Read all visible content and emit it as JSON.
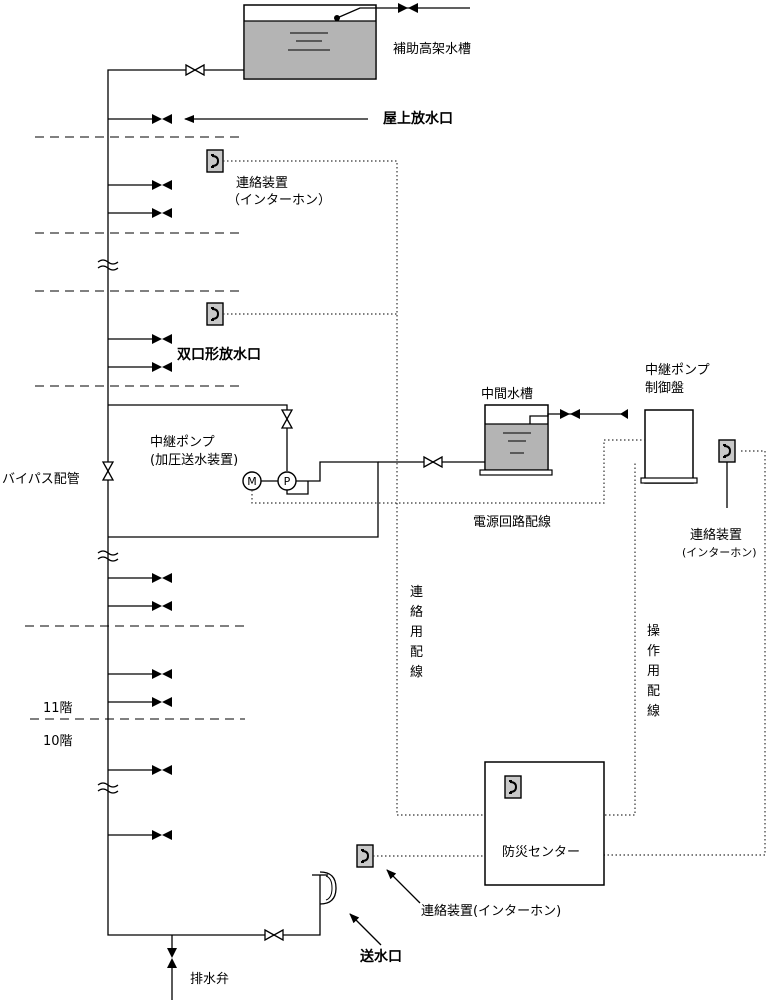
{
  "labels": {
    "tank_top": "補助高架水槽",
    "rooftop_outlet": "屋上放水口",
    "intercom_top_1": "連絡装置",
    "intercom_top_2": "（インターホン）",
    "twin_outlet": "双口形放水口",
    "relay_pump_1": "中継ポンプ",
    "relay_pump_2": "(加圧送水装置)",
    "bypass": "バイパス配管",
    "mid_tank": "中間水槽",
    "control_panel_1": "中継ポンプ",
    "control_panel_2": "制御盤",
    "intercom_right_1": "連絡装置",
    "intercom_right_2": "(インターホン)",
    "power_wiring": "電源回路配線",
    "comm_wiring": "連絡用配線",
    "op_wiring": "操作用配線",
    "floor_11": "11階",
    "floor_10": "10階",
    "disaster_center": "防災センター",
    "intercom_bottom": "連絡装置(インターホン)",
    "inlet": "送水口",
    "drain_valve": "排水弁",
    "motor_letter": "M",
    "pump_letter": "P"
  }
}
